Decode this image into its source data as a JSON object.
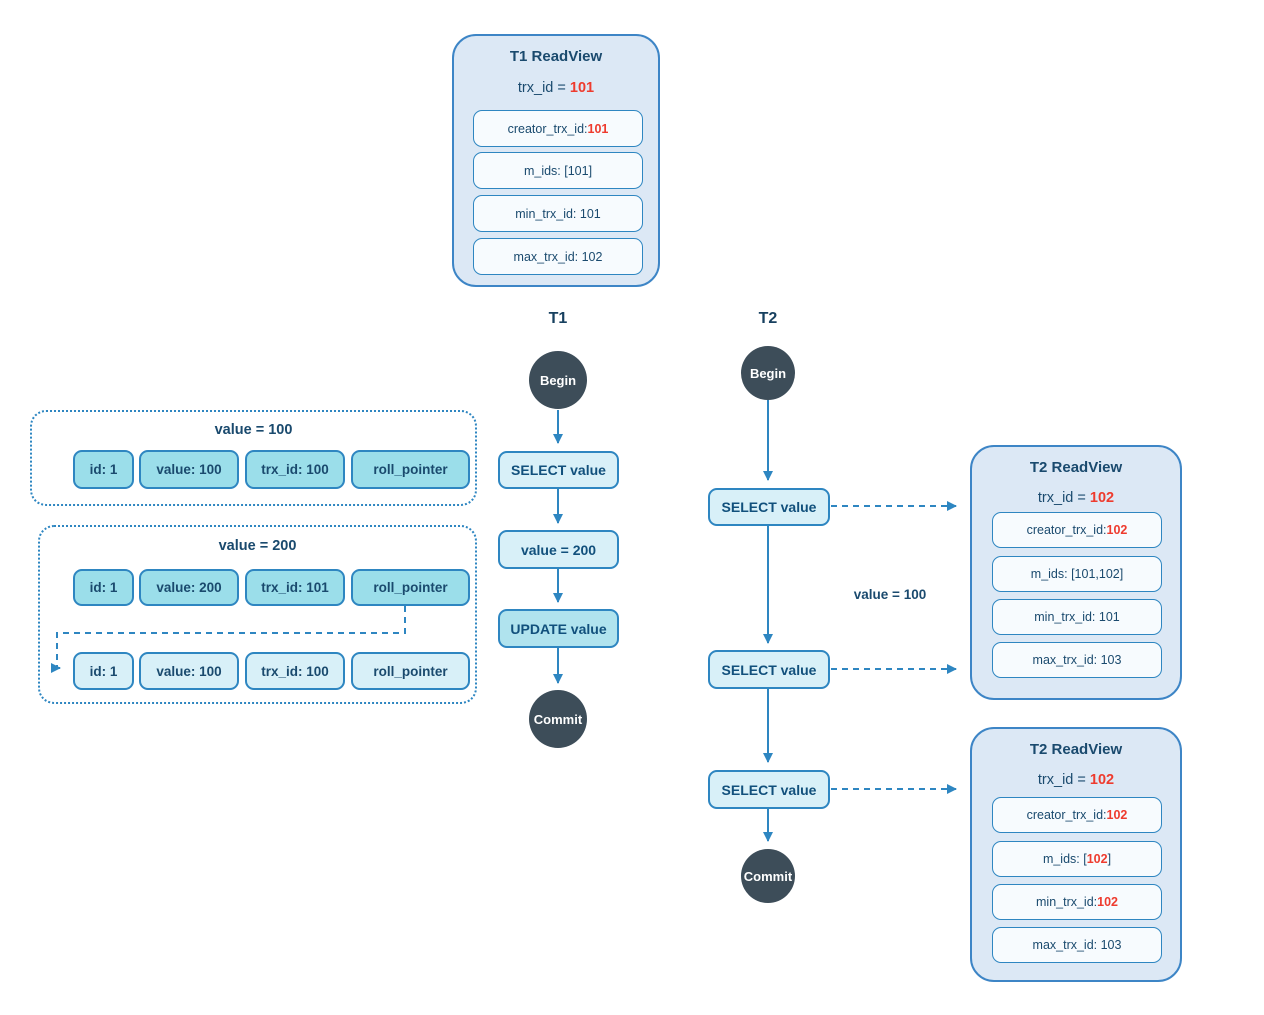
{
  "palette": {
    "accent": "#2e86c1",
    "navy": "#1a4a6e",
    "red": "#ee3b2e",
    "panel_fill": "#dce8f5",
    "circle_fill": "#3d4d59",
    "teal_cell": "#9bdeea",
    "light_cell": "#d8f0f8"
  },
  "t1_readview": {
    "title": "T1 ReadView",
    "trx": {
      "pre": "trx_id = ",
      "red": "101",
      "post": ""
    },
    "rows": [
      {
        "pre": "creator_trx_id: ",
        "red": "101",
        "post": ""
      },
      {
        "pre": "m_ids: [101]",
        "red": "",
        "post": ""
      },
      {
        "pre": "min_trx_id: 101",
        "red": "",
        "post": ""
      },
      {
        "pre": "max_trx_id: 102",
        "red": "",
        "post": ""
      }
    ]
  },
  "t2_readview_1": {
    "title": "T2 ReadView",
    "trx": {
      "pre": "trx_id = ",
      "red": "102",
      "post": ""
    },
    "rows": [
      {
        "pre": "creator_trx_id: ",
        "red": "102",
        "post": ""
      },
      {
        "pre": "m_ids: [101,102]",
        "red": "",
        "post": ""
      },
      {
        "pre": "min_trx_id: 101",
        "red": "",
        "post": ""
      },
      {
        "pre": "max_trx_id: 103",
        "red": "",
        "post": ""
      }
    ]
  },
  "t2_readview_2": {
    "title": "T2 ReadView",
    "trx": {
      "pre": "trx_id = ",
      "red": "102",
      "post": ""
    },
    "rows": [
      {
        "pre": "creator_trx_id: ",
        "red": "102",
        "post": ""
      },
      {
        "pre": "m_ids: [",
        "red": "102",
        "post": "]"
      },
      {
        "pre": "min_trx_id: ",
        "red": "102",
        "post": ""
      },
      {
        "pre": "max_trx_id: 103",
        "red": "",
        "post": ""
      }
    ]
  },
  "flow_t1": {
    "title": "T1",
    "begin": "Begin",
    "select": "SELECT value",
    "set_value": "value = 200",
    "update": "UPDATE value",
    "commit": "Commit"
  },
  "flow_t2": {
    "title": "T2",
    "begin": "Begin",
    "select1": "SELECT value",
    "select2": "SELECT value",
    "select3": "SELECT value",
    "commit": "Commit"
  },
  "version_100": {
    "title": "value = 100",
    "cells": [
      "id: 1",
      "value: 100",
      "trx_id: 100",
      "roll_pointer"
    ]
  },
  "version_200": {
    "title": "value = 200",
    "row1": [
      "id: 1",
      "value: 200",
      "trx_id: 101",
      "roll_pointer"
    ],
    "row2": [
      "id: 1",
      "value: 100",
      "trx_id: 100",
      "roll_pointer"
    ]
  },
  "mid_label": "value = 100"
}
